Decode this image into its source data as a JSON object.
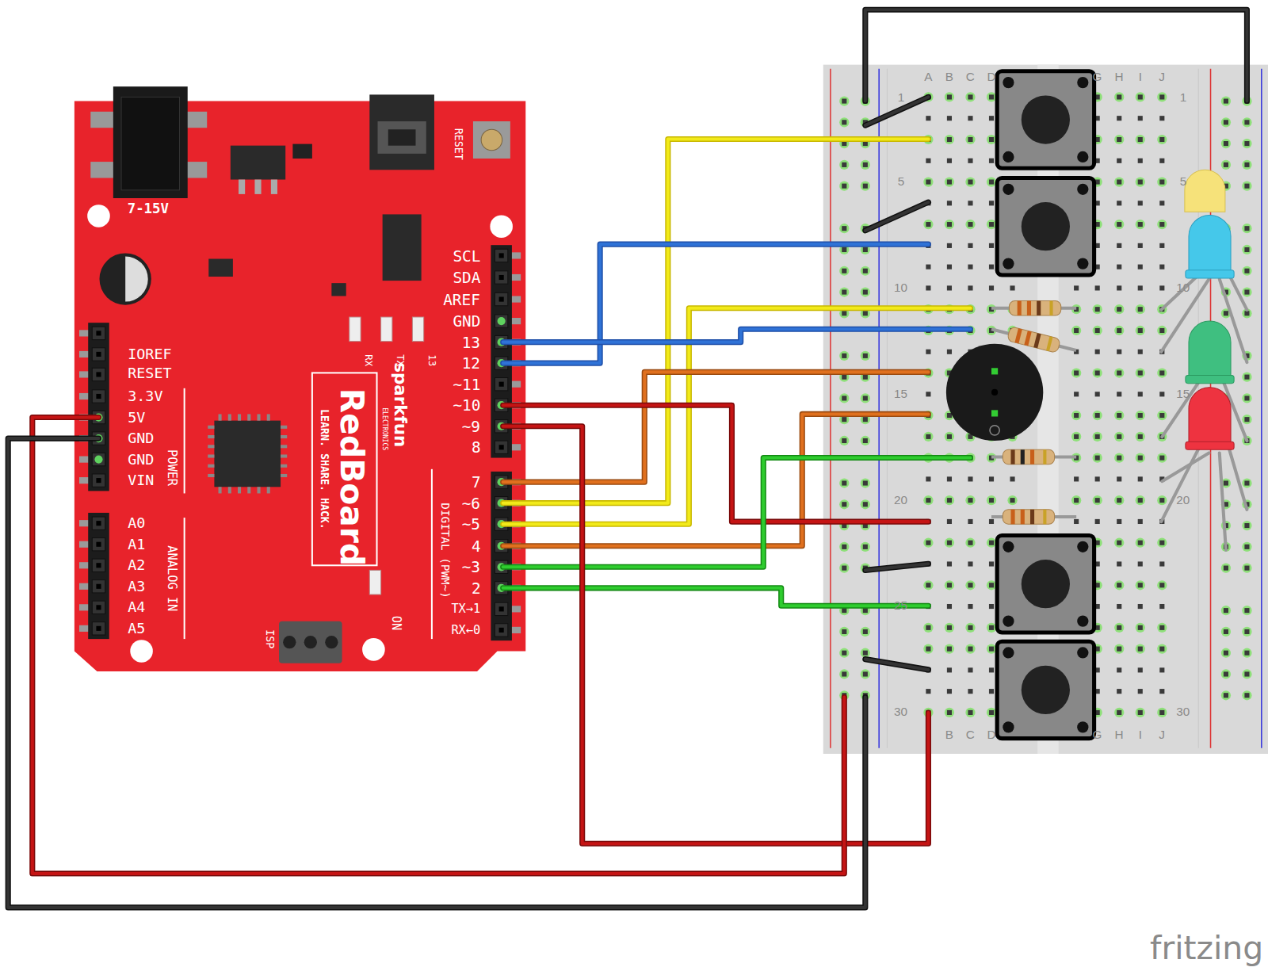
{
  "diagram": {
    "labels": [
      "7-15V",
      "RESET",
      "SCL",
      "SDA",
      "AREF",
      "GND",
      "13",
      "12",
      "~11",
      "~10",
      "~9",
      "8",
      "7",
      "~6",
      "~5",
      "4",
      "~3",
      "2",
      "TX→1",
      "RX←0",
      "IOREF",
      "RESET",
      "3.3V",
      "5V",
      "GND",
      "GND",
      "VIN",
      "A0",
      "A1",
      "A2",
      "A3",
      "A4",
      "A5",
      "POWER",
      "ANALOG IN",
      "DIGITAL (PWM~)",
      "RX",
      "TX",
      "13",
      "sparkfun",
      "ELECTRONICS",
      "RedBoard",
      "LEARN. SHARE. HACK.",
      "ISP",
      "ON",
      "A",
      "B",
      "C",
      "D",
      "G",
      "H",
      "I",
      "J",
      "B",
      "C",
      "D",
      "G",
      "H",
      "I",
      "J",
      "1",
      "5",
      "10",
      "15",
      "20",
      "25",
      "30",
      "1",
      "5",
      "10",
      "15",
      "20",
      "30",
      "fritzing"
    ]
  }
}
